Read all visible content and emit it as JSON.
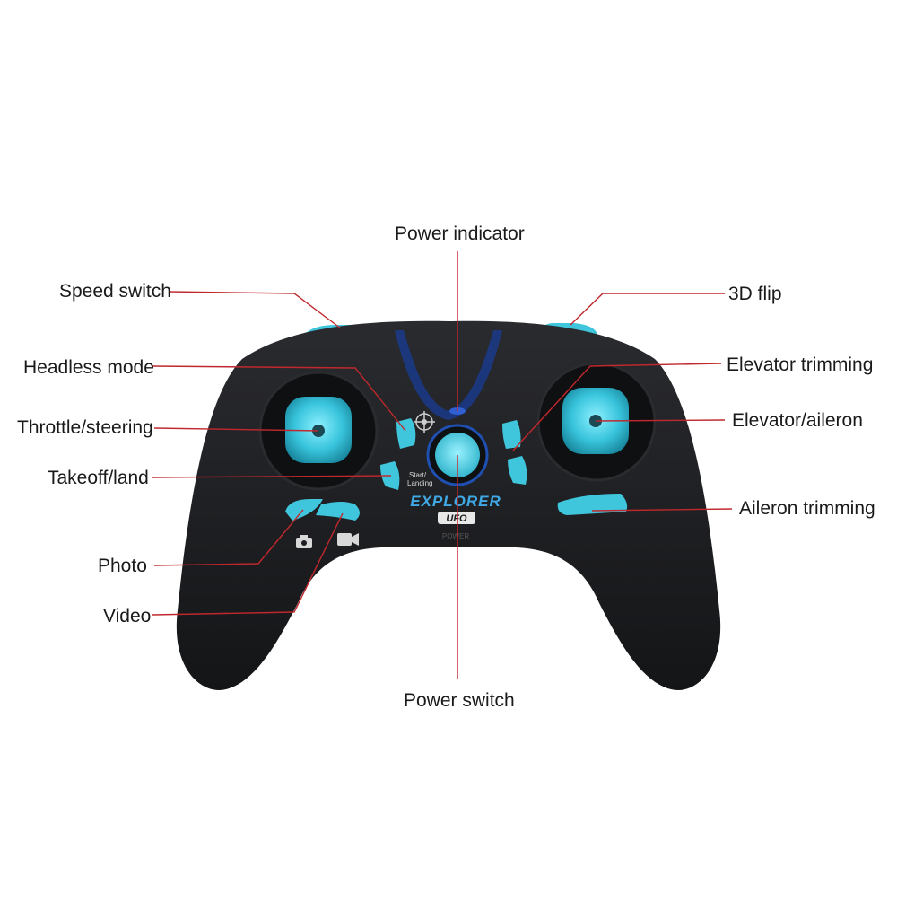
{
  "labels": {
    "power_indicator": "Power indicator",
    "speed_switch": "Speed switch",
    "flip_3d": "3D flip",
    "headless_mode": "Headless mode",
    "elevator_trimming": "Elevator trimming",
    "throttle_steering": "Throttle/steering",
    "elevator_aileron": "Elevator/aileron",
    "takeoff_land": "Takeoff/land",
    "aileron_trimming": "Aileron trimming",
    "photo": "Photo",
    "video": "Video",
    "power_switch": "Power switch"
  },
  "device": {
    "brand": "EXPLORER",
    "model": "UFO",
    "start_label_1": "Start/",
    "start_label_2": "Landing",
    "power_text": "POWER"
  },
  "colors": {
    "body": "#1c1d20",
    "accent": "#3fc6dc",
    "callout": "#c0282d",
    "indicator": "#1a3a8a"
  }
}
